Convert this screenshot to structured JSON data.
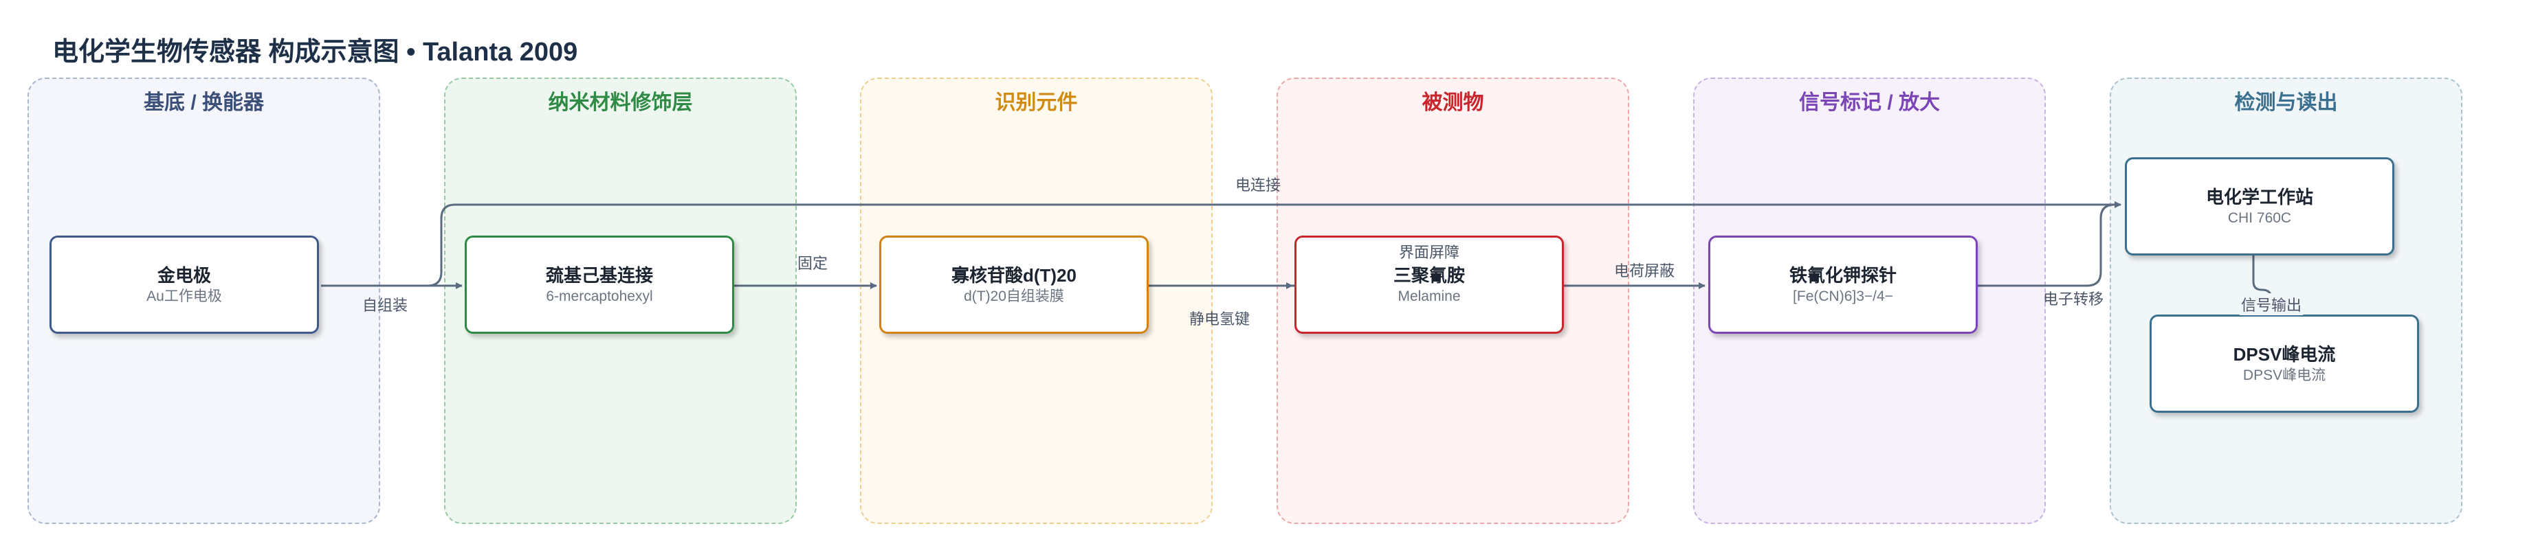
{
  "title": "电化学生物传感器 构成示意图 • Talanta 2009",
  "lanes": [
    {
      "label": "基底 / 换能器"
    },
    {
      "label": "纳米材料修饰层"
    },
    {
      "label": "识别元件"
    },
    {
      "label": "被测物"
    },
    {
      "label": "信号标记 / 放大"
    },
    {
      "label": "检测与读出"
    }
  ],
  "nodes": {
    "gold_electrode": {
      "title": "金电极",
      "subtitle": "Au工作电极",
      "color": "#3d5a8a"
    },
    "mercaptohexyl": {
      "title": "巯基己基连接",
      "subtitle": "6-mercaptohexyl",
      "color": "#2e8a44"
    },
    "dt20": {
      "title": "寡核苷酸d(T)20",
      "subtitle": "d(T)20自组装膜",
      "color": "#d38316"
    },
    "melamine": {
      "title": "三聚氰胺",
      "subtitle": "Melamine",
      "color": "#c8262c"
    },
    "ferricyanide": {
      "title": "铁氰化钾探针",
      "subtitle": "[Fe(CN)6]3−/4−",
      "color": "#7b45b5"
    },
    "workstation": {
      "title": "电化学工作站",
      "subtitle": "CHI 760C",
      "color": "#3a6f8f"
    },
    "dpsv": {
      "title": "DPSV峰电流",
      "subtitle": "DPSV峰电流",
      "color": "#3a6f8f"
    }
  },
  "edges": {
    "self_assembly": "自组装",
    "fix": "固定",
    "h_bond": "静电氢键",
    "interface_barrier": "界面屏障",
    "charge_shield": "电荷屏蔽",
    "electron_transfer": "电子转移",
    "electric_connection": "电连接",
    "signal_output": "信号输出"
  },
  "edge_color": "#5b6b80"
}
